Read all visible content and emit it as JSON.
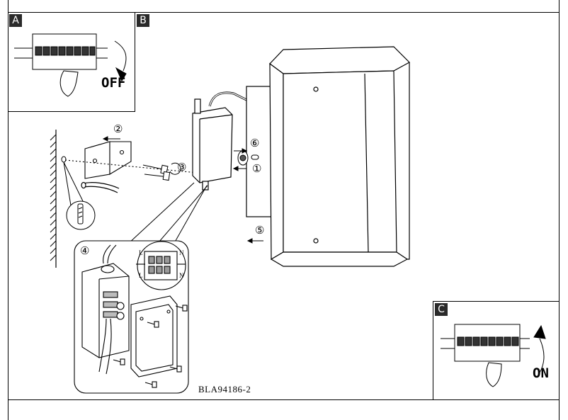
{
  "panels": {
    "a": {
      "tag": "A",
      "switch_label": "OFF"
    },
    "b": {
      "tag": "B"
    },
    "c": {
      "tag": "C",
      "switch_label": "ON"
    }
  },
  "steps": [
    "②",
    "③",
    "④",
    "⑤",
    "⑥",
    "①"
  ],
  "terminal_labels": [
    "L",
    "N",
    "L",
    "N"
  ],
  "code": "BLA94186-2"
}
